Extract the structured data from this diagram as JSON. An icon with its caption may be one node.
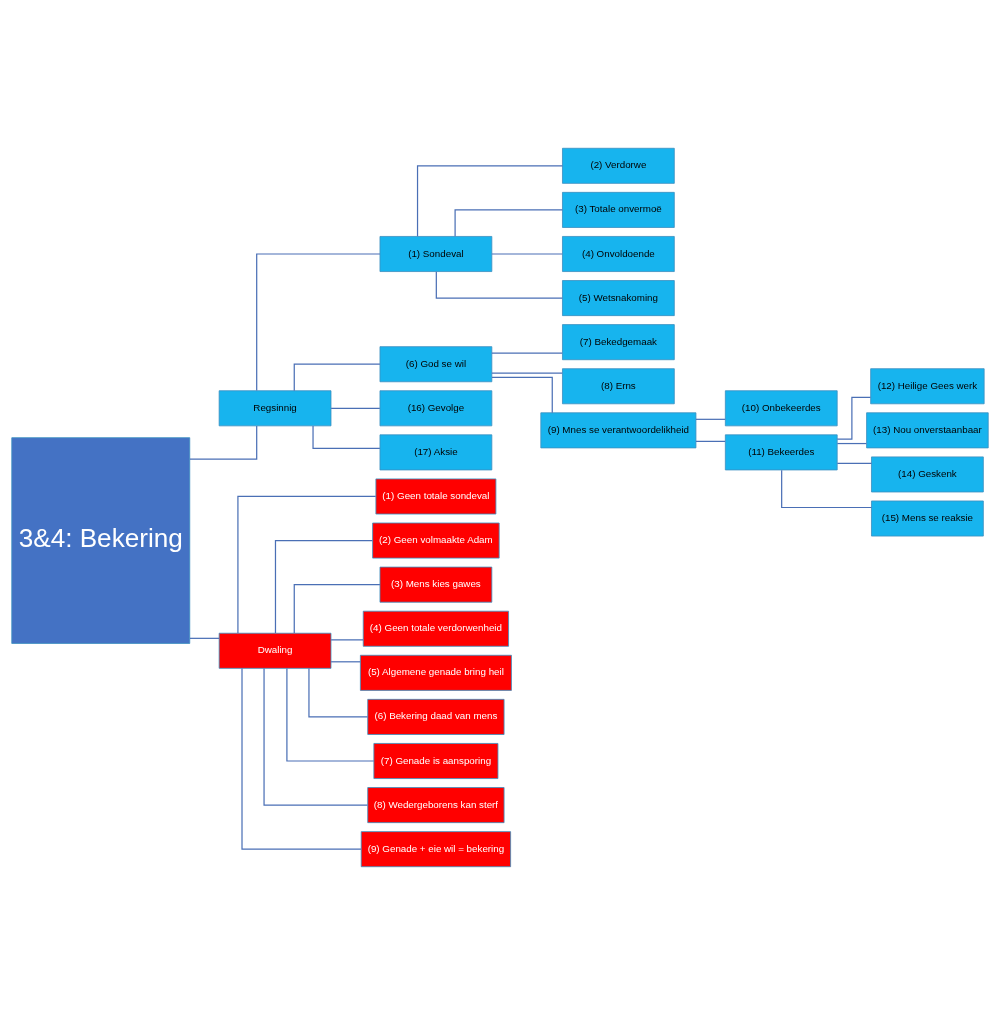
{
  "diagram": {
    "nodes": [
      {
        "text": [
          "3&4: Bekering"
        ]
      },
      {
        "text": [
          "Regsinnig"
        ]
      },
      {
        "text": [
          "Dwaling"
        ]
      },
      {
        "text": [
          "(1) Sondeval"
        ]
      },
      {
        "text": [
          "(6) God se wil"
        ]
      },
      {
        "text": [
          "(16) Gevolge"
        ]
      },
      {
        "text": [
          "(17) Aksie"
        ]
      },
      {
        "text": [
          "(2) Verdorwe"
        ]
      },
      {
        "text": [
          "(3) Totale onvermoë"
        ]
      },
      {
        "text": [
          "(4) Onvoldoende"
        ]
      },
      {
        "text": [
          "(5) Wetsnakoming"
        ]
      },
      {
        "text": [
          "(7) Bekedgemaak"
        ]
      },
      {
        "text": [
          "(8) Erns"
        ]
      },
      {
        "text": [
          "(9) Mnes se verantwoordelikheid"
        ]
      },
      {
        "text": [
          "(10) Onbekeerdes"
        ]
      },
      {
        "text": [
          "(11) Bekeerdes"
        ]
      },
      {
        "text": [
          "(12) Heilige Gees werk"
        ]
      },
      {
        "text": [
          "(13) Nou onverstaanbaar"
        ]
      },
      {
        "text": [
          "(14) Geskenk"
        ]
      },
      {
        "text": [
          "(15) Mens se reaksie"
        ]
      },
      {
        "text": [
          "(1) Geen totale sondeval"
        ]
      },
      {
        "text": [
          "(2) Geen volmaakte Adam"
        ]
      },
      {
        "text": [
          "(3) Mens kies gawes"
        ]
      },
      {
        "text": [
          "(4) Geen totale verdorwenheid"
        ]
      },
      {
        "text": [
          "(5) Algemene genade bring heil"
        ]
      },
      {
        "text": [
          "(6) Bekering daad van mens"
        ]
      },
      {
        "text": [
          "(7) Genade is aansporing"
        ]
      },
      {
        "text": [
          "(8) Wedergeborens kan sterf"
        ]
      },
      {
        "text": [
          "(9) Genade + eie wil = bekering"
        ]
      }
    ],
    "edges": [
      {
        "from": 0,
        "to": 1,
        "arrow": "none"
      },
      {
        "from": 0,
        "to": 2,
        "arrow": "none"
      },
      {
        "from": 1,
        "to": 3,
        "arrow": "none"
      },
      {
        "from": 1,
        "to": 4,
        "arrow": "none"
      },
      {
        "from": 1,
        "to": 5,
        "arrow": "none"
      },
      {
        "from": 1,
        "to": 6,
        "arrow": "none"
      },
      {
        "from": 3,
        "to": 7,
        "arrow": "none"
      },
      {
        "from": 3,
        "to": 8,
        "arrow": "none"
      },
      {
        "from": 3,
        "to": 9,
        "arrow": "none"
      },
      {
        "from": 3,
        "to": 10,
        "arrow": "none"
      },
      {
        "from": 4,
        "to": 11,
        "arrow": "none"
      },
      {
        "from": 4,
        "to": 12,
        "arrow": "none"
      },
      {
        "from": 4,
        "to": 13,
        "arrow": "none"
      },
      {
        "from": 13,
        "to": 14,
        "arrow": "none"
      },
      {
        "from": 13,
        "to": 15,
        "arrow": "none"
      },
      {
        "from": 15,
        "to": 16,
        "arrow": "none"
      },
      {
        "from": 15,
        "to": 17,
        "arrow": "none"
      },
      {
        "from": 15,
        "to": 18,
        "arrow": "none"
      },
      {
        "from": 15,
        "to": 19,
        "arrow": "none"
      },
      {
        "from": 2,
        "to": 20,
        "arrow": "none"
      },
      {
        "from": 2,
        "to": 21,
        "arrow": "none"
      },
      {
        "from": 2,
        "to": 22,
        "arrow": "none"
      },
      {
        "from": 2,
        "to": 23,
        "arrow": "none"
      },
      {
        "from": 2,
        "to": 24,
        "arrow": "none"
      },
      {
        "from": 2,
        "to": 25,
        "arrow": "none"
      },
      {
        "from": 2,
        "to": 26,
        "arrow": "none"
      },
      {
        "from": 2,
        "to": 27,
        "arrow": "none"
      },
      {
        "from": 2,
        "to": 28,
        "arrow": "none"
      }
    ]
  }
}
